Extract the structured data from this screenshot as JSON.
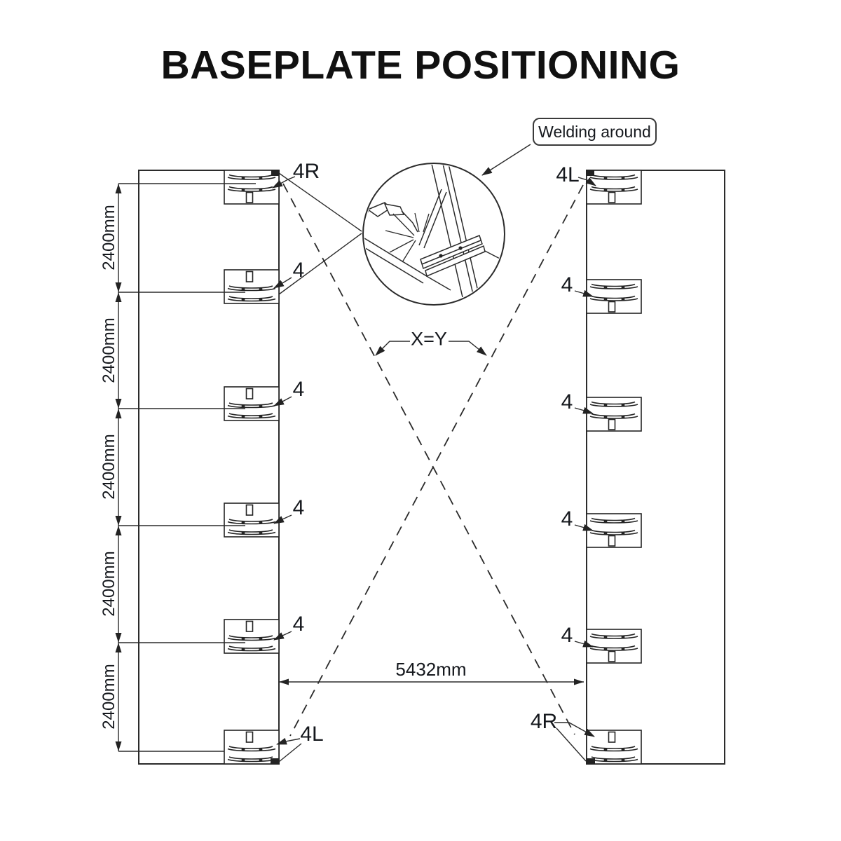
{
  "title": "BASEPLATE POSITIONING",
  "callout": {
    "label": "Welding around"
  },
  "diagonals": {
    "label": "X=Y"
  },
  "dimensions": {
    "spacing": "2400mm",
    "span": "5432mm"
  },
  "left_column": {
    "labels": [
      "4R",
      "4",
      "4",
      "4",
      "4",
      "4L"
    ]
  },
  "right_column": {
    "labels": [
      "4L",
      "4",
      "4",
      "4",
      "4",
      "4R"
    ]
  },
  "colors": {
    "ink": "#232323",
    "text": "#15181d",
    "background": "#ffffff"
  }
}
